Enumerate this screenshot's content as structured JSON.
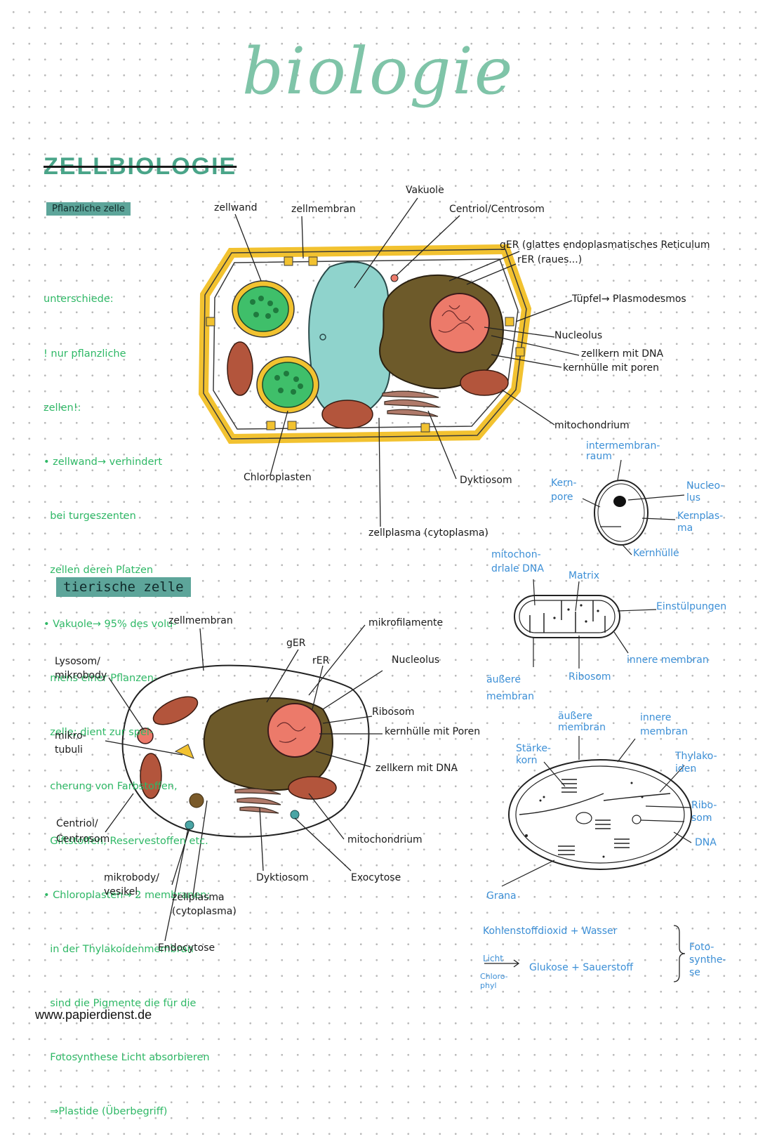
{
  "title": "biologie",
  "heading": "ZELLBIOLOGIE",
  "plant": {
    "tag": "Pflanzliche zelle",
    "labels": {
      "vakuole": "Vakuole",
      "zellwand": "zellwand",
      "zellmembran": "zellmembran",
      "centriol": "Centriol/Centrosom",
      "ger": "gER (glattes endoplasmatisches Reticulum",
      "rer": "rER (raues...)",
      "tuepfel": "Tüpfel→ Plasmodesmos",
      "nucleolus": "Nucleolus",
      "zellkern": "zellkern mit DNA",
      "kernhuelle": "kernhülle mit poren",
      "mitochondrium": "mitochondrium",
      "chloroplasten": "Chloroplasten",
      "dyktiosom": "Dyktiosom",
      "zellplasma": "zellplasma (cytoplasma)"
    },
    "notes": [
      "unterschiede:",
      "! nur pflanzliche",
      "zellen!:",
      "• zellwand→ verhindert",
      "  bei turgeszenten",
      "  zellen deren Platzen",
      "• Vakuole→ 95% des volu-",
      "  mens einer Pflanzen-",
      "  zelle; dient zur spei-",
      "  cherung von Farbstoffen,",
      "  Giftstoffen, Reservestoffen etc.",
      "• Chloroplasten→ 2 membranen;",
      "  in der Thylakoidenmembran",
      "  sind die Pigmente die für die",
      "  Fotosynthese Licht absorbieren",
      "  ⇒Plastide (Überbegriff)"
    ]
  },
  "animal": {
    "tag": "tierische zelle",
    "labels": {
      "zellmembran": "zellmembran",
      "lysosom": "Lysosom/\nmikrobody",
      "mikrotubuli": "mikro-\ntubuli",
      "centriol": "Centriol/\nCentrosom",
      "mikrobody": "mikrobody/\nvesikel",
      "zellplasma": "zellplasma\n(cytoplasma)",
      "endocytose": "Endocytose",
      "ger": "gER",
      "rer": "rER",
      "mikrofilamente": "mikrofilamente",
      "nucleolus": "Nucleolus",
      "ribosom": "Ribosom",
      "kernhuelle": "kernhülle mit Poren",
      "zellkern": "zellkern mit DNA",
      "mitochondrium": "mitochondrium",
      "dyktiosom": "Dyktiosom",
      "exocytose": "Exocytose"
    }
  },
  "nucleus_detail": {
    "intermembran": "intermembran-\nraum",
    "kernpore": "Kern-\npore",
    "nucleolus": "Nucleo-\nlus",
    "kernplasma": "Kernplas-\nma",
    "kernhuelle": "Kernhülle"
  },
  "mito_detail": {
    "mito_dna": "mitochon-\ndriale DNA",
    "matrix": "Matrix",
    "einstuelpungen": "Einstülpungen",
    "innere": "innere membran",
    "ribosom": "Ribosom",
    "aeussere": "äußere\nmembran"
  },
  "chloro_detail": {
    "aeussere": "äußere\nmembran",
    "innere": "innere\nmembran",
    "staerke": "Stärke-\nkorn",
    "thylakoide": "Thylako-\niden",
    "ribosom": "Ribo-\nsom",
    "dna": "DNA",
    "grana": "Grana"
  },
  "photosynthesis": {
    "reactants": "Kohlenstoffdioxid + Wasser",
    "licht": "Licht",
    "chloro": "Chloro-\nphyl",
    "products": "Glukose + Sauerstoff",
    "label": "Foto-\nsynthe-\nse"
  },
  "footer": "www.papierdienst.de",
  "colors": {
    "title": "#7fc4a8",
    "notes": "#2fb866",
    "blue_labels": "#3c8fd6",
    "cell_wall": "#f2c230",
    "chloroplast": "#3fbf6a",
    "vakuole": "#8fd3cc",
    "nucleus": "#ec7a6a",
    "er": "#6d5a2a",
    "mito": "#b3553c"
  }
}
